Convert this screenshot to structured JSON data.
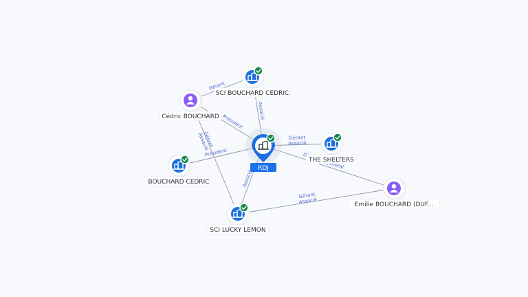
{
  "colors": {
    "company": "#1e6fe0",
    "person": "#8b5cf6",
    "check": "#17884f",
    "edge": "#8e95a6",
    "edge_label": "#4f6bd1",
    "focus_tag": "#1a73e8"
  },
  "focus": {
    "label": "RDJ"
  },
  "nodes": [
    {
      "id": "rdj",
      "label": "RDJ",
      "kind": "company-focus",
      "icon": "building-icon",
      "verified": true
    },
    {
      "id": "sci-bouchard-cedric",
      "label": "SCI BOUCHARD CEDRIC",
      "kind": "company",
      "icon": "building-icon",
      "verified": true
    },
    {
      "id": "cedric-bouchard",
      "label": "Cédric BOUCHARD",
      "kind": "person",
      "icon": "person-icon",
      "verified": false
    },
    {
      "id": "the-shelters",
      "label": "THE SHELTERS",
      "kind": "company",
      "icon": "building-icon",
      "verified": true
    },
    {
      "id": "bouchard-cedric",
      "label": "BOUCHARD CEDRIC",
      "kind": "company",
      "icon": "building-icon",
      "verified": true
    },
    {
      "id": "emilie-bouchard",
      "label": "Emilie BOUCHARD (DUF...",
      "kind": "person",
      "icon": "person-icon",
      "verified": false
    },
    {
      "id": "sci-lucky-lemon",
      "label": "SCI LUCKY LEMON",
      "kind": "company",
      "icon": "building-icon",
      "verified": true
    }
  ],
  "edges": [
    {
      "from": "cedric-bouchard",
      "to": "sci-bouchard-cedric",
      "labels": [
        "Gérant"
      ]
    },
    {
      "from": "cedric-bouchard",
      "to": "rdj",
      "labels": [
        "Président"
      ]
    },
    {
      "from": "cedric-bouchard",
      "to": "sci-lucky-lemon",
      "labels": [
        "Gérant",
        "Associé"
      ]
    },
    {
      "from": "rdj",
      "to": "sci-bouchard-cedric",
      "labels": [
        "Associé"
      ]
    },
    {
      "from": "rdj",
      "to": "the-shelters",
      "labels": [
        "Gérant",
        "Associé"
      ]
    },
    {
      "from": "rdj",
      "to": "bouchard-cedric",
      "labels": [
        "Président"
      ]
    },
    {
      "from": "rdj",
      "to": "sci-lucky-lemon",
      "labels": [
        "Associé"
      ]
    },
    {
      "from": "emilie-bouchard",
      "to": "rdj",
      "labels": [
        "Directeur général"
      ]
    },
    {
      "from": "emilie-bouchard",
      "to": "sci-lucky-lemon",
      "labels": [
        "Gérant",
        "Associé"
      ]
    }
  ]
}
